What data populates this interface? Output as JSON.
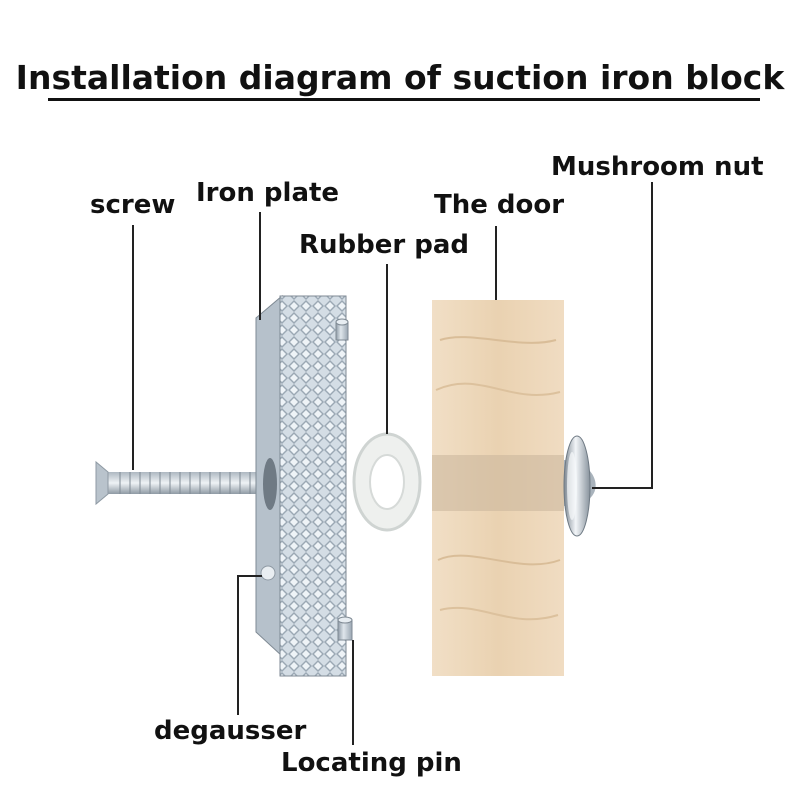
{
  "title": "Installation diagram of suction iron block",
  "labels": {
    "screw": "screw",
    "iron_plate": "Iron plate",
    "the_door": "The door",
    "rubber_pad": "Rubber pad",
    "mushroom_nut": "Mushroom nut",
    "degausser": "degausser",
    "locating_pin": "Locating pin"
  },
  "colors": {
    "text": "#111111",
    "leader_line": "#222222",
    "wood": "#e9d3b4",
    "steel": "#c9d3dc"
  }
}
